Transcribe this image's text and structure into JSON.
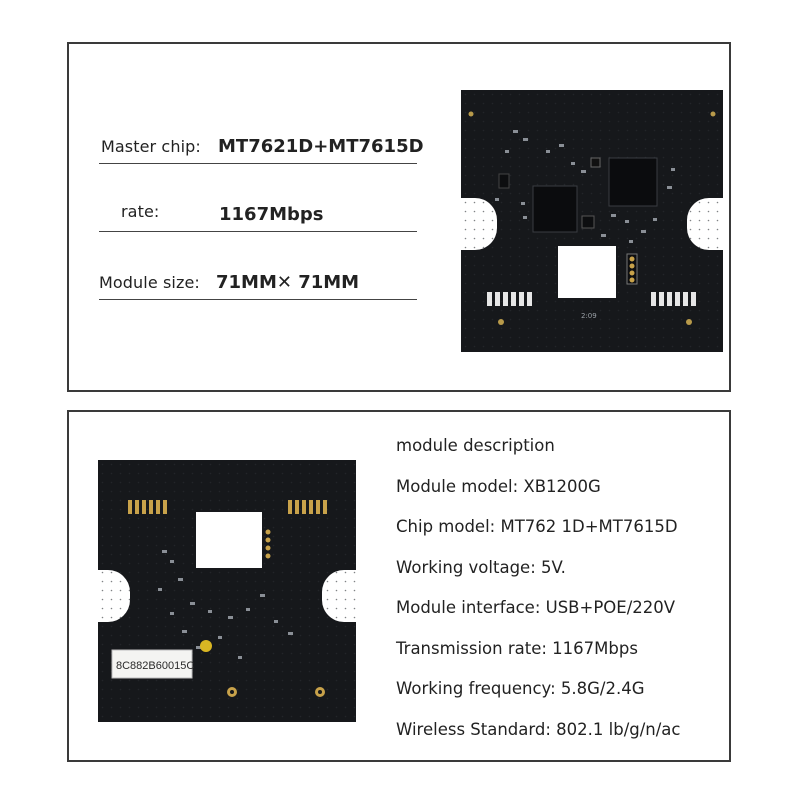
{
  "specs": [
    {
      "label": "Master chip:",
      "value": "MT7621D+MT7615D"
    },
    {
      "label": "rate:",
      "value": "1167Mbps"
    },
    {
      "label": "Module size:",
      "value": "71MM✕ 71MM"
    }
  ],
  "description": {
    "heading": "module description",
    "lines": [
      "Module model: XB1200G",
      "Chip model: MT762 1D+MT7615D",
      "Working voltage: 5V.",
      "Module interface: USB+POE/220V",
      "Transmission rate: 1167Mbps",
      "Working frequency: 5.8G/2.4G",
      "Wireless Standard: 802.1 lb/g/n/ac"
    ]
  },
  "board_front": {
    "marking": "2:09"
  },
  "board_back": {
    "sticker": "8C882B60015C"
  },
  "colors": {
    "border": "#3a3a3a",
    "pcb": "#16181b",
    "pcb_dark": "#0d0e10"
  }
}
